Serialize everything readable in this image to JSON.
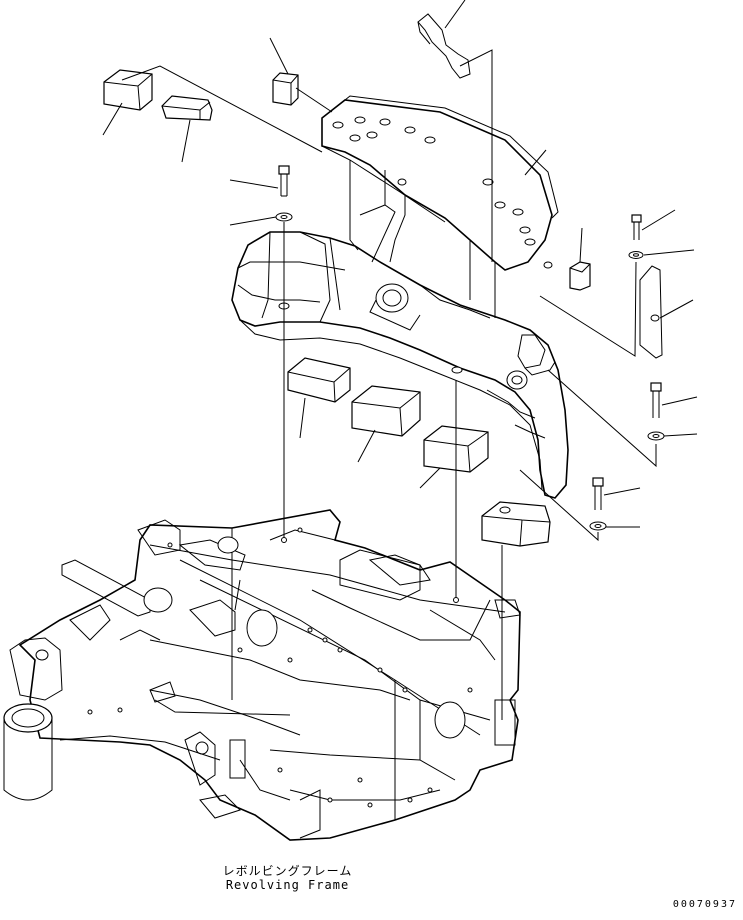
{
  "caption": {
    "japanese": "レボルビングフレーム",
    "english": "Revolving Frame"
  },
  "document_number": "00070937"
}
